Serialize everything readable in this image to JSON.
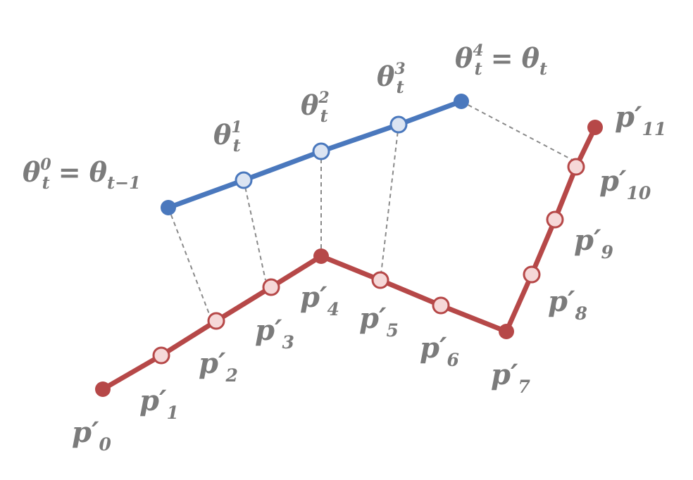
{
  "diagram": {
    "colors": {
      "theta_path": "#4a78bd",
      "theta_fill_open": "#dbe4f2",
      "p_path": "#b64848",
      "p_fill_open": "#f6d8d8",
      "label_text": "#7b7b7b",
      "dashed_link": "#8a8a8a"
    },
    "theta_labels": [
      {
        "base": "θ",
        "sup": "0",
        "sub": "t",
        "rhs_base": "θ",
        "rhs_sub": "t−1",
        "eq": "="
      },
      {
        "base": "θ",
        "sup": "1",
        "sub": "t"
      },
      {
        "base": "θ",
        "sup": "2",
        "sub": "t"
      },
      {
        "base": "θ",
        "sup": "3",
        "sub": "t"
      },
      {
        "base": "θ",
        "sup": "4",
        "sub": "t",
        "rhs_base": "θ",
        "rhs_sub": "t",
        "eq": "="
      }
    ],
    "p_labels": [
      {
        "base": "p′",
        "sub": "0"
      },
      {
        "base": "p′",
        "sub": "1"
      },
      {
        "base": "p′",
        "sub": "2"
      },
      {
        "base": "p′",
        "sub": "3"
      },
      {
        "base": "p′",
        "sub": "4"
      },
      {
        "base": "p′",
        "sub": "5"
      },
      {
        "base": "p′",
        "sub": "6"
      },
      {
        "base": "p′",
        "sub": "7"
      },
      {
        "base": "p′",
        "sub": "8"
      },
      {
        "base": "p′",
        "sub": "9"
      },
      {
        "base": "p′",
        "sub": "10"
      },
      {
        "base": "p′",
        "sub": "11"
      }
    ]
  }
}
